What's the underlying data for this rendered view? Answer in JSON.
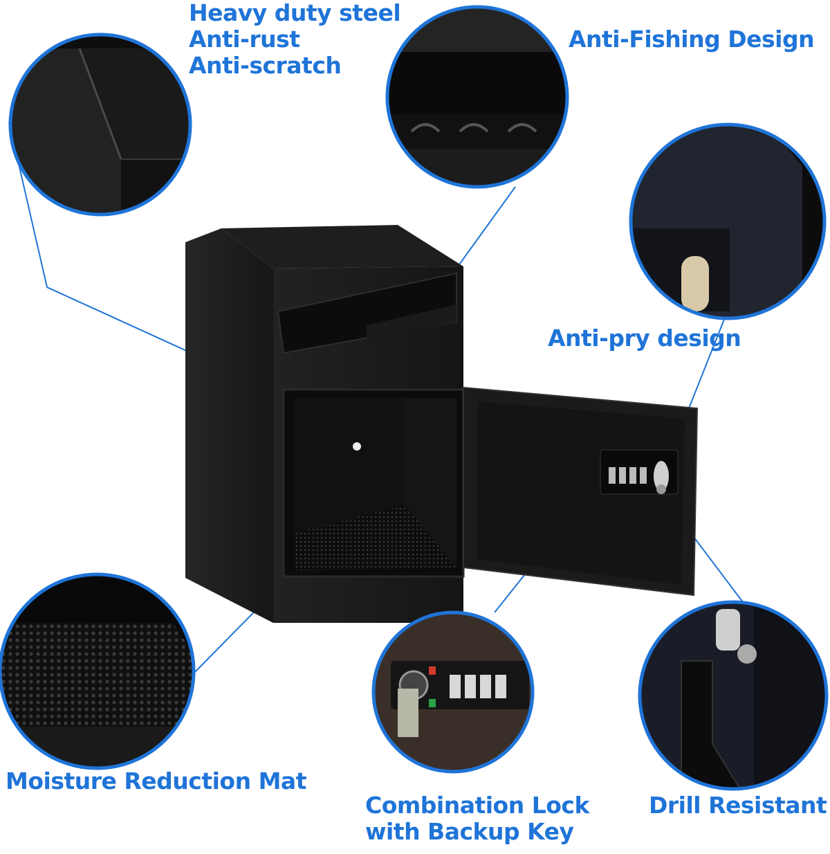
{
  "labels": {
    "steel_line1": "Heavy duty steel",
    "steel_line2": "Anti-rust",
    "steel_line3": "Anti-scratch",
    "anti_fishing": "Anti-Fishing Design",
    "anti_pry": "Anti-pry design",
    "moisture_mat": "Moisture Reduction Mat",
    "combo_line1": "Combination Lock",
    "combo_line2": "with Backup Key",
    "drill": "Drill Resistant"
  },
  "colors": {
    "accent_blue": "#1f74d8",
    "steel_black": "#1a1a1a"
  }
}
